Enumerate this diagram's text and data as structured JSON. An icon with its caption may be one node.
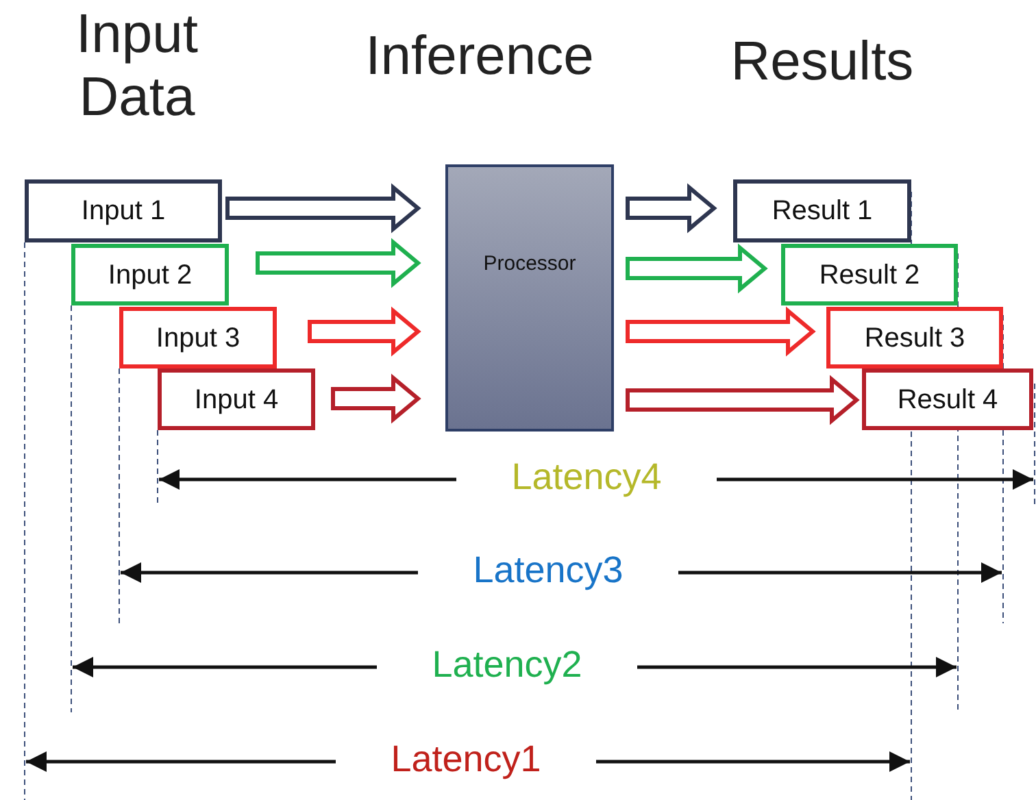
{
  "diagram": {
    "nodes": [
      {
        "text": [
          "Input 1"
        ]
      },
      {
        "text": [
          "Input 2"
        ]
      },
      {
        "text": [
          "Input 3"
        ]
      },
      {
        "text": [
          "Input 4"
        ]
      },
      {
        "text": [
          "Processor"
        ]
      },
      {
        "text": [
          "Result 1"
        ]
      },
      {
        "text": [
          "Result 2"
        ]
      },
      {
        "text": [
          "Result 3"
        ]
      },
      {
        "text": [
          "Result 4"
        ]
      }
    ],
    "edges": [
      {
        "from": 0,
        "to": 4,
        "arrow": "to",
        "color": "#2e3650"
      },
      {
        "from": 1,
        "to": 4,
        "arrow": "to",
        "color": "#1fb04f"
      },
      {
        "from": 2,
        "to": 4,
        "arrow": "to",
        "color": "#ee2a2a"
      },
      {
        "from": 3,
        "to": 4,
        "arrow": "to",
        "color": "#b5202a"
      },
      {
        "from": 4,
        "to": 5,
        "arrow": "to",
        "color": "#2e3650"
      },
      {
        "from": 4,
        "to": 6,
        "arrow": "to",
        "color": "#1fb04f"
      },
      {
        "from": 4,
        "to": 7,
        "arrow": "to",
        "color": "#ee2a2a"
      },
      {
        "from": 4,
        "to": 8,
        "arrow": "to",
        "color": "#b5202a"
      }
    ],
    "labels": [
      "Input Data",
      "Inference",
      "Results",
      "Latency4",
      "Latency3",
      "Latency2",
      "Latency1"
    ]
  }
}
